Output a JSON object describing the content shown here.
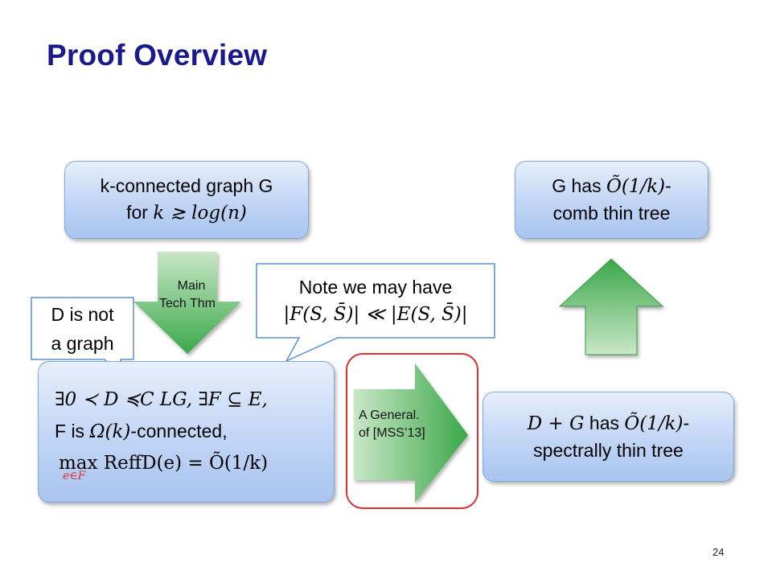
{
  "slide": {
    "title": "Proof Overview",
    "page_number": "24"
  },
  "boxes": {
    "graph": {
      "line1": "k-connected graph G",
      "line2_prefix": "for ",
      "line2_math": "k ≳ log(n)"
    },
    "comb_thin": {
      "line1_prefix": "G has ",
      "line1_math": "Õ(1/k)",
      "line1_suffix": "-",
      "line2": "comb thin tree"
    },
    "existence": {
      "line1_math": "∃0 ≺ D ≼C LG, ∃F ⊆ E,",
      "line2_prefix": "F is ",
      "line2_math": "Ω(k)",
      "line2_suffix": "-connected,",
      "line3_math": "max ReffD(e) = Õ(1/k)",
      "subscript": "e∈F"
    },
    "spectral_thin": {
      "line1_math": "D + G",
      "line1_mid": " has ",
      "line1_math2": "Õ(1/k)",
      "line1_suffix": "-",
      "line2": "spectrally  thin tree"
    }
  },
  "callouts": {
    "note": {
      "line1": "Note we may have",
      "line2_math": "|F(S, S̄)| ≪ |E(S, S̄)|"
    },
    "d_not_graph": {
      "line1": "D is not",
      "line2": "a graph"
    }
  },
  "arrows": {
    "main_tech": {
      "line1": "Main",
      "line2": "Tech Thm"
    },
    "general_mss": {
      "line1": "A General.",
      "line2": "of [MSS’13]"
    }
  },
  "colors": {
    "title": "#1a1a8c",
    "box_border": "#7fa7de",
    "arrow_green": "#4fb35a",
    "highlight_red": "#e03030"
  }
}
